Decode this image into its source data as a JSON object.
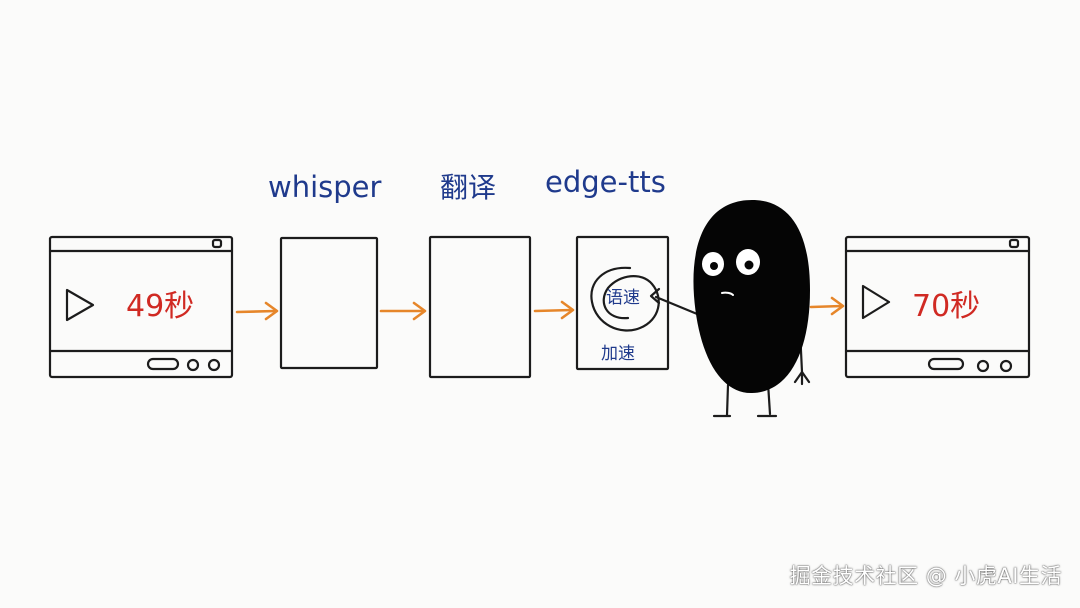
{
  "labels": {
    "whisper": "whisper",
    "translate": "翻译",
    "edge_tts": "edge-tts"
  },
  "input_video": {
    "duration": "49秒"
  },
  "output_video": {
    "duration": "70秒"
  },
  "tts_card": {
    "dial_label": "语速",
    "caption": "加速"
  },
  "watermark": "掘金技术社区 @ 小虎AI生活",
  "colors": {
    "ink": "#1c1c1c",
    "label_blue": "#1f3a8c",
    "duration_red": "#d02a23",
    "arrow_orange": "#e6862a"
  }
}
